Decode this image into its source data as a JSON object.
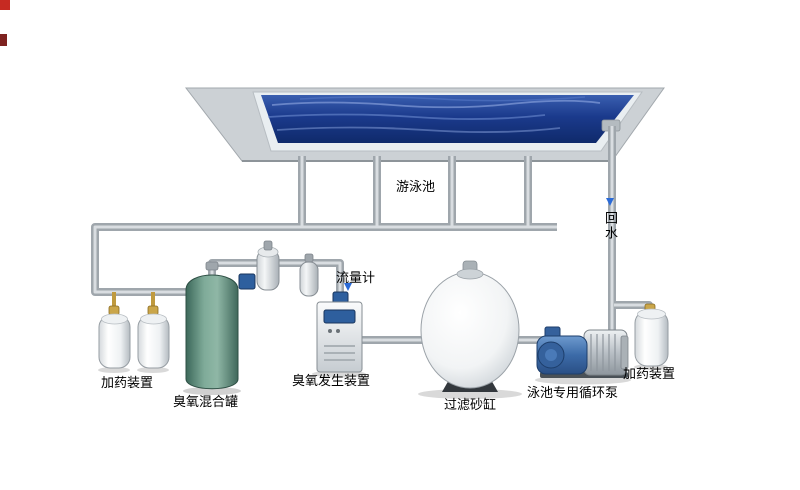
{
  "diagram": {
    "labels": {
      "pool": "游泳池",
      "return_water": "回水",
      "flow_meter": "流量计",
      "dosing_device_left": "加药装置",
      "dosing_device_right": "加药装置",
      "ozone_mixing_tank": "臭氧混合罐",
      "ozone_generator": "臭氧发生装置",
      "sand_filter": "过滤砂缸",
      "circulation_pump": "泳池专用循环泵"
    },
    "icons": {
      "return_water_arrow": "down-arrow",
      "flow_meter_arrow": "down-arrow"
    },
    "colors": {
      "background": "#ffffff",
      "label_text": "#000000",
      "arrow_blue": "#2b6bd8",
      "pipe_gray": "#9fa6ac",
      "pool_water_dark": "#0f2a6b",
      "pool_water_light": "#3a5fb0",
      "deck_gray": "#ccd1d5",
      "mixing_tank_green": "#5d8a79",
      "pump_blue": "#3c6ba8",
      "brass_fitting": "#bf9a3f"
    }
  }
}
